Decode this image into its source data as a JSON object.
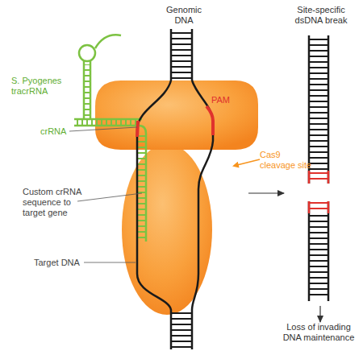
{
  "diagram": {
    "nodes": [
      {
        "text": [
          "Genomic DNA"
        ]
      },
      {
        "text": [
          "Site-specific dsDNA break"
        ]
      },
      {
        "text": [
          "Loss of invading DNA maintenance"
        ]
      }
    ],
    "edges": [
      {
        "from": 0,
        "to": 1,
        "arrow": "to"
      },
      {
        "from": 1,
        "to": 2,
        "arrow": "to"
      }
    ],
    "labels": [
      "S. Pyogenes tracrRNA",
      "crRNA",
      "PAM",
      "Cas9 cleavage site",
      "Custom crRNA sequence to target gene",
      "Target DNA"
    ]
  }
}
